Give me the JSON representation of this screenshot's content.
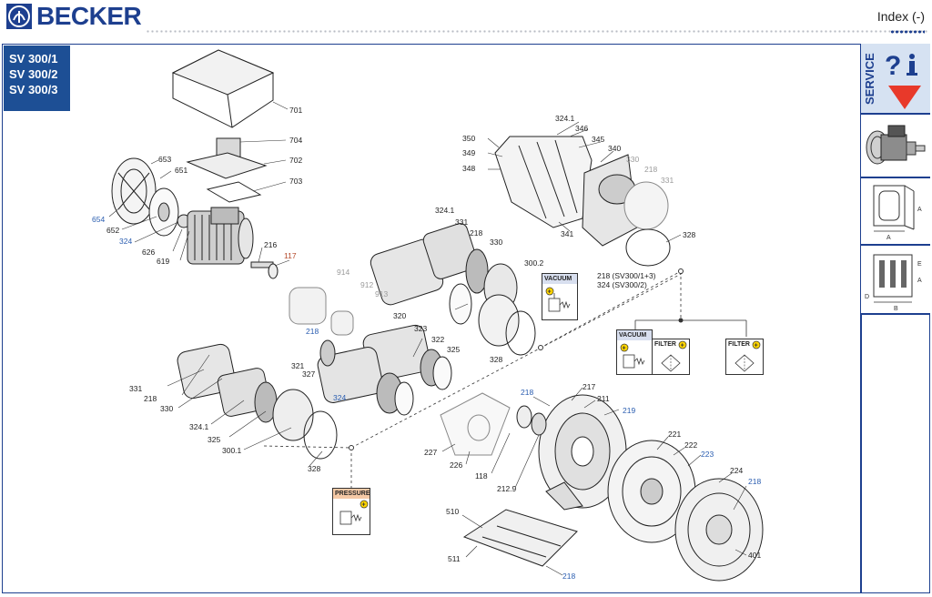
{
  "header": {
    "brand": "BECKER",
    "index_label": "Index (-)"
  },
  "models": [
    "SV 300/1",
    "SV 300/2",
    "SV 300/3"
  ],
  "sidebar": {
    "service_label": "SERVICE",
    "icons": [
      "help-info-icon",
      "down-arrow-icon",
      "pump-thumbnail-icon",
      "dimension-drawing-icon",
      "terminal-dimension-icon"
    ],
    "letters_dim": [
      "A",
      "A"
    ],
    "letters_term": [
      "A",
      "B",
      "D",
      "E"
    ]
  },
  "accessories": {
    "vacuum": "VACUUM",
    "pressure": "PRESSURE",
    "filter": "FILTER",
    "note_line1": "218 (SV300/1+3)",
    "note_line2": "324 (SV300/2)"
  },
  "parts": [
    {
      "n": "701"
    },
    {
      "n": "704"
    },
    {
      "n": "702"
    },
    {
      "n": "703"
    },
    {
      "n": "653"
    },
    {
      "n": "651"
    },
    {
      "n": "654"
    },
    {
      "n": "652"
    },
    {
      "n": "324"
    },
    {
      "n": "626"
    },
    {
      "n": "619"
    },
    {
      "n": "216"
    },
    {
      "n": "117"
    },
    {
      "n": "914"
    },
    {
      "n": "912"
    },
    {
      "n": "913"
    },
    {
      "n": "218"
    },
    {
      "n": "324.1"
    },
    {
      "n": "331"
    },
    {
      "n": "218"
    },
    {
      "n": "330"
    },
    {
      "n": "300.2"
    },
    {
      "n": "320"
    },
    {
      "n": "323"
    },
    {
      "n": "322"
    },
    {
      "n": "325"
    },
    {
      "n": "328"
    },
    {
      "n": "321"
    },
    {
      "n": "327"
    },
    {
      "n": "324"
    },
    {
      "n": "331"
    },
    {
      "n": "218"
    },
    {
      "n": "330"
    },
    {
      "n": "324.1"
    },
    {
      "n": "325"
    },
    {
      "n": "300.1"
    },
    {
      "n": "328"
    },
    {
      "n": "324.1"
    },
    {
      "n": "346"
    },
    {
      "n": "345"
    },
    {
      "n": "340"
    },
    {
      "n": "350"
    },
    {
      "n": "349"
    },
    {
      "n": "348"
    },
    {
      "n": "330"
    },
    {
      "n": "218"
    },
    {
      "n": "331"
    },
    {
      "n": "341"
    },
    {
      "n": "328"
    },
    {
      "n": "217"
    },
    {
      "n": "211"
    },
    {
      "n": "218"
    },
    {
      "n": "219"
    },
    {
      "n": "227"
    },
    {
      "n": "226"
    },
    {
      "n": "118"
    },
    {
      "n": "212.9"
    },
    {
      "n": "221"
    },
    {
      "n": "222"
    },
    {
      "n": "223"
    },
    {
      "n": "224"
    },
    {
      "n": "218"
    },
    {
      "n": "401"
    },
    {
      "n": "510"
    },
    {
      "n": "511"
    },
    {
      "n": "218"
    }
  ],
  "colors": {
    "brand": "#1d3f8f",
    "model_bg": "#1d4f95",
    "label_blue": "#2a5db0",
    "warning": "#e8392a",
    "accessory_head": "#d8dfef"
  }
}
